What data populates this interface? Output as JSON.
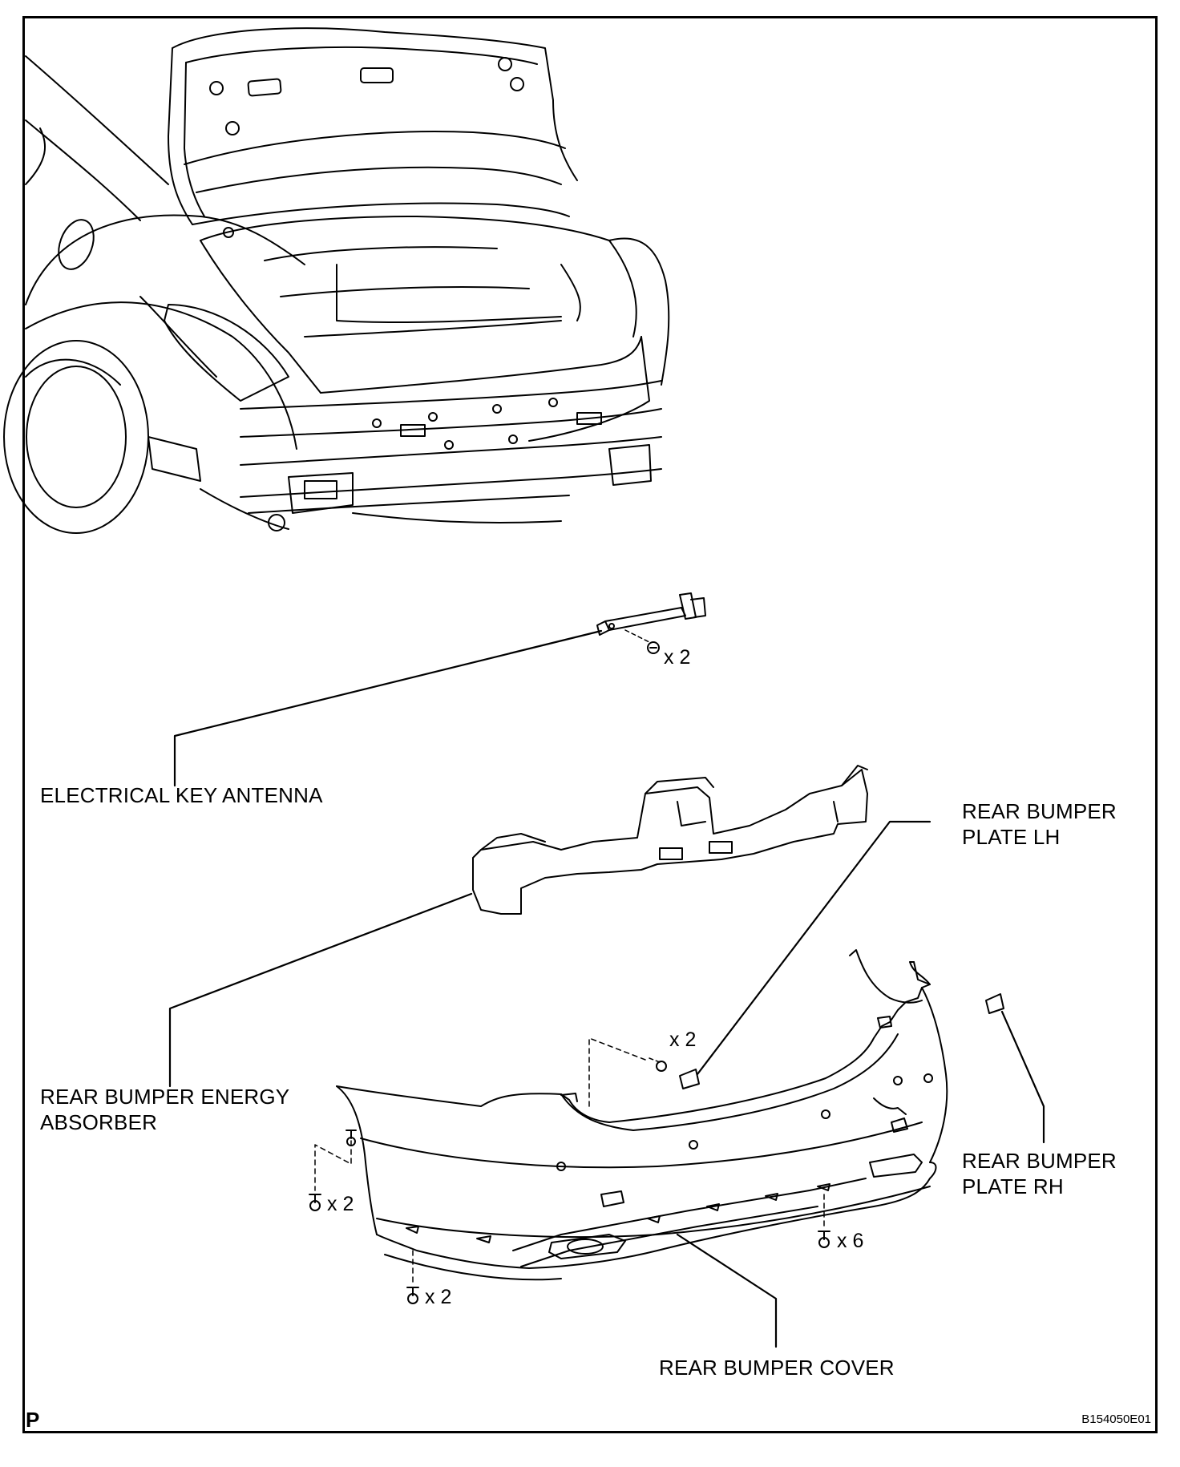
{
  "labels": {
    "electrical_key_antenna": "ELECTRICAL KEY ANTENNA",
    "rear_bumper_plate_lh": "REAR BUMPER\nPLATE LH",
    "rear_bumper_energy_absorber": "REAR BUMPER ENERGY\nABSORBER",
    "rear_bumper_plate_rh": "REAR BUMPER\nPLATE RH",
    "rear_bumper_cover": "REAR BUMPER COVER"
  },
  "quantities": {
    "antenna_nuts": "x 2",
    "plate_clips": "x 2",
    "left_side_clips": "x 2",
    "bottom_left_screws": "x 2",
    "bottom_screws": "x 6"
  },
  "corner_mark": "P",
  "figure_id": "B154050E01"
}
